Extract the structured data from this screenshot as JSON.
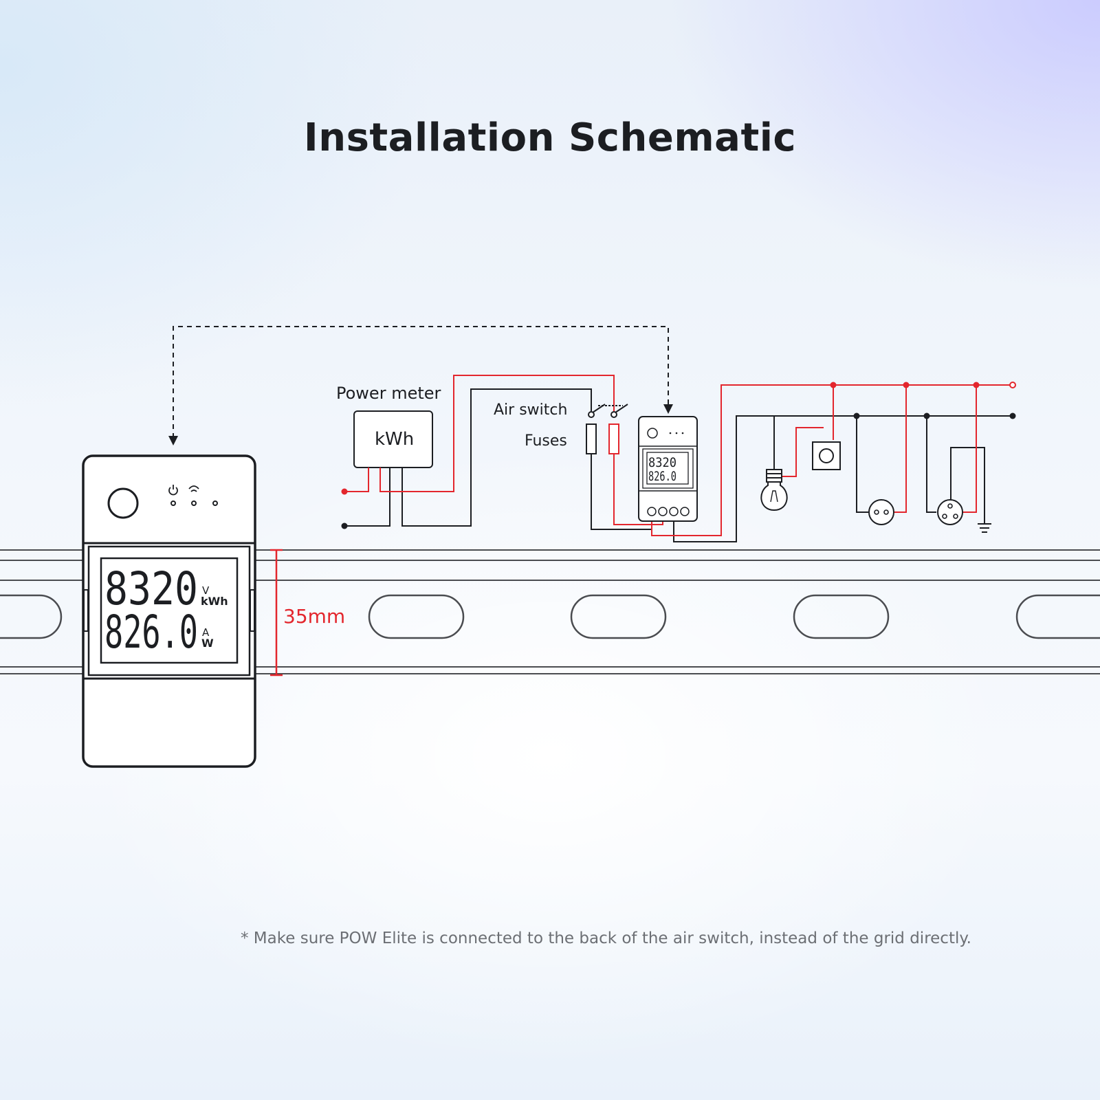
{
  "title": "Installation Schematic",
  "note": "* Make sure POW Elite is connected to the back of the air switch, instead of the grid directly.",
  "labels": {
    "power_meter": "Power meter",
    "kwh": "kWh",
    "air_switch": "Air switch",
    "fuses": "Fuses",
    "rail_width": "35mm"
  },
  "device": {
    "line1_value": "8320",
    "line1_unit_top": "V",
    "line1_unit_bottom": "kWh",
    "line2_value": "826.0",
    "line2_unit_top": "A",
    "line2_unit_bottom": "W"
  },
  "colors": {
    "live_wire": "#e3262d",
    "neutral_wire": "#1c1e22",
    "dimension": "#e3262d",
    "title": "#1c1e22",
    "note": "#6c6f74"
  },
  "icons": [
    "power-icon",
    "wifi-icon",
    "light-bulb-icon",
    "wall-switch-icon",
    "two-pin-socket-icon",
    "three-pin-socket-icon",
    "ground-icon"
  ]
}
